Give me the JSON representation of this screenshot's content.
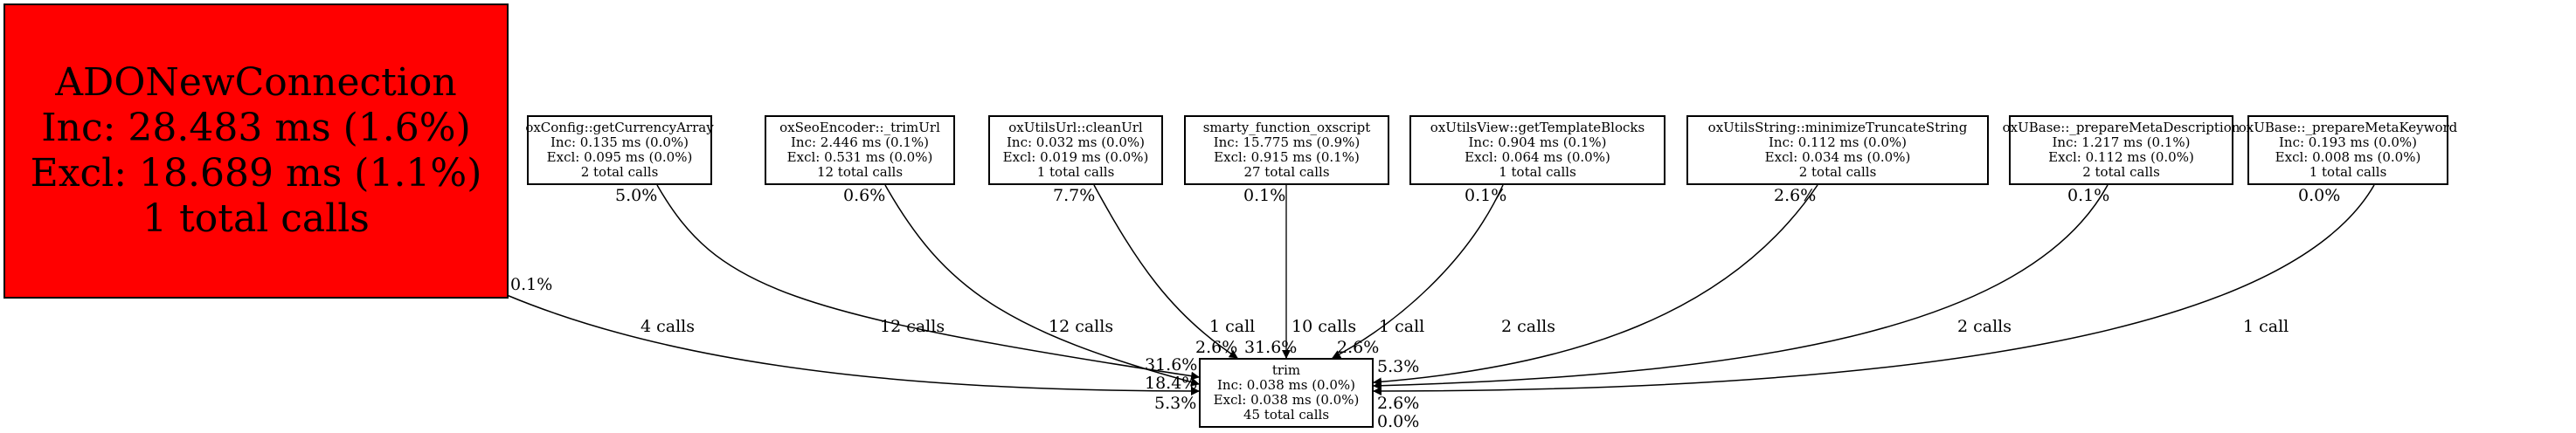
{
  "graph": {
    "root": {
      "name": "ADONewConnection",
      "inc": "Inc: 28.483 ms (1.6%)",
      "excl": "Excl: 18.689 ms (1.1%)",
      "calls": "1 total calls",
      "color": "#ff0000"
    },
    "callers": [
      {
        "name": "oxConfig::getCurrencyArray",
        "inc": "Inc: 0.135 ms (0.0%)",
        "excl": "Excl: 0.095 ms (0.0%)",
        "calls": "2 total calls"
      },
      {
        "name": "oxSeoEncoder::_trimUrl",
        "inc": "Inc: 2.446 ms (0.1%)",
        "excl": "Excl: 0.531 ms (0.0%)",
        "calls": "12 total calls"
      },
      {
        "name": "oxUtilsUrl::cleanUrl",
        "inc": "Inc: 0.032 ms (0.0%)",
        "excl": "Excl: 0.019 ms (0.0%)",
        "calls": "1 total calls"
      },
      {
        "name": "smarty_function_oxscript",
        "inc": "Inc: 15.775 ms (0.9%)",
        "excl": "Excl: 0.915 ms (0.1%)",
        "calls": "27 total calls"
      },
      {
        "name": "oxUtilsView::getTemplateBlocks",
        "inc": "Inc: 0.904 ms (0.1%)",
        "excl": "Excl: 0.064 ms (0.0%)",
        "calls": "1 total calls"
      },
      {
        "name": "oxUtilsString::minimizeTruncateString",
        "inc": "Inc: 0.112 ms (0.0%)",
        "excl": "Excl: 0.034 ms (0.0%)",
        "calls": "2 total calls"
      },
      {
        "name": "oxUBase::_prepareMetaDescription",
        "inc": "Inc: 1.217 ms (0.1%)",
        "excl": "Excl: 0.112 ms (0.0%)",
        "calls": "2 total calls"
      },
      {
        "name": "oxUBase::_prepareMetaKeyword",
        "inc": "Inc: 0.193 ms (0.0%)",
        "excl": "Excl: 0.008 ms (0.0%)",
        "calls": "1 total calls"
      }
    ],
    "target": {
      "name": "trim",
      "inc": "Inc: 0.038 ms (0.0%)",
      "excl": "Excl: 0.038 ms (0.0%)",
      "calls": "45 total calls"
    },
    "edges": [
      {
        "from": "ADONewConnection",
        "calls_label": "4 calls",
        "tail_pct": "0.1%",
        "head_pct": "5.3%"
      },
      {
        "from": "oxConfig::getCurrencyArray",
        "calls_label": "12 calls",
        "tail_pct": "5.0%",
        "head_pct": "31.6%"
      },
      {
        "from": "oxSeoEncoder::_trimUrl",
        "calls_label": "12 calls",
        "tail_pct": "0.6%",
        "head_pct": "18.4%"
      },
      {
        "from": "oxUtilsUrl::cleanUrl",
        "calls_label": "1 call",
        "tail_pct": "7.7%",
        "head_pct": "2.6%"
      },
      {
        "from": "smarty_function_oxscript",
        "calls_label": "10 calls",
        "tail_pct": "0.1%",
        "head_pct": "31.6%"
      },
      {
        "from": "oxUtilsView::getTemplateBlocks",
        "calls_label": "1 call",
        "tail_pct": "0.1%",
        "head_pct": "2.6%"
      },
      {
        "from": "oxUtilsString::minimizeTruncateString",
        "calls_label": "2 calls",
        "tail_pct": "2.6%",
        "head_pct": "5.3%"
      },
      {
        "from": "oxUBase::_prepareMetaDescription",
        "calls_label": "2 calls",
        "tail_pct": "0.1%",
        "head_pct": "2.6%"
      },
      {
        "from": "oxUBase::_prepareMetaKeyword",
        "calls_label": "1 call",
        "tail_pct": "0.0%",
        "head_pct": "0.0%"
      }
    ]
  }
}
